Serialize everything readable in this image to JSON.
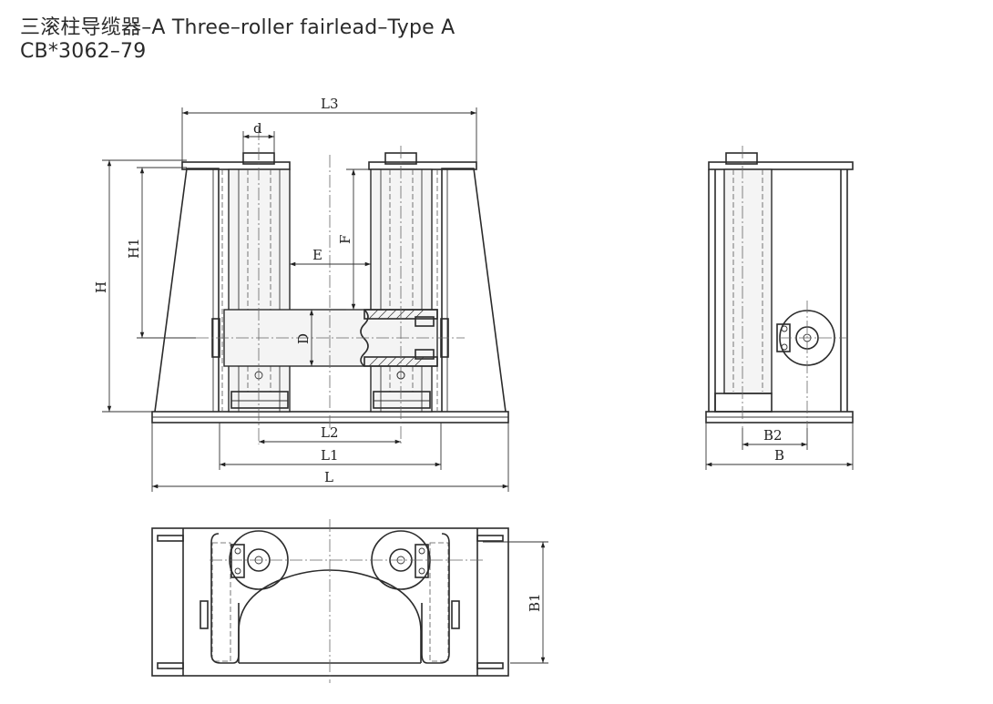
{
  "title": {
    "line1": "三滚柱导缆器–A  Three–roller fairlead–Type A",
    "line2": "CB*3062–79"
  },
  "dims": {
    "L3": "L3",
    "d": "d",
    "H": "H",
    "H1": "H1",
    "E": "E",
    "F": "F",
    "D": "D",
    "L2": "L2",
    "L1": "L1",
    "L": "L",
    "B2": "B2",
    "B": "B",
    "B1": "B1"
  }
}
